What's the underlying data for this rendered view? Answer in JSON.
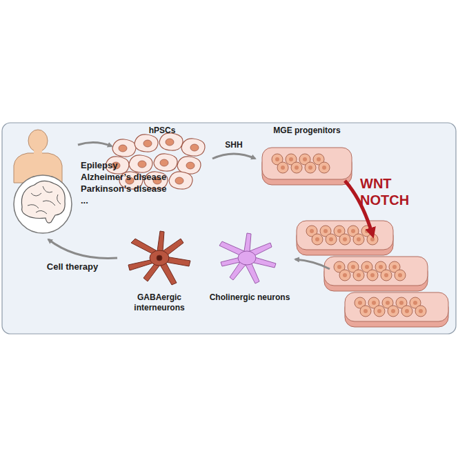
{
  "diagram": {
    "nodes": [
      {
        "text": [
          "Epilepsy",
          "Alzheimer’s disease",
          "Parkinson’s disease",
          "..."
        ]
      },
      {
        "text": [
          "hPSCs"
        ]
      },
      {
        "text": [
          "MGE progenitors"
        ]
      },
      {
        "text": [
          "GABAergic interneurons"
        ]
      },
      {
        "text": [
          "Cholinergic neurons"
        ]
      }
    ],
    "edges": [
      {
        "from": 0,
        "to": 1,
        "arrow": "to"
      },
      {
        "from": 1,
        "to": 2,
        "label": "SHH",
        "arrow": "to"
      },
      {
        "from": 3,
        "to": 0,
        "label": "Cell therapy",
        "arrow": "to"
      }
    ],
    "labels": [
      "WNT",
      "NOTCH"
    ]
  }
}
